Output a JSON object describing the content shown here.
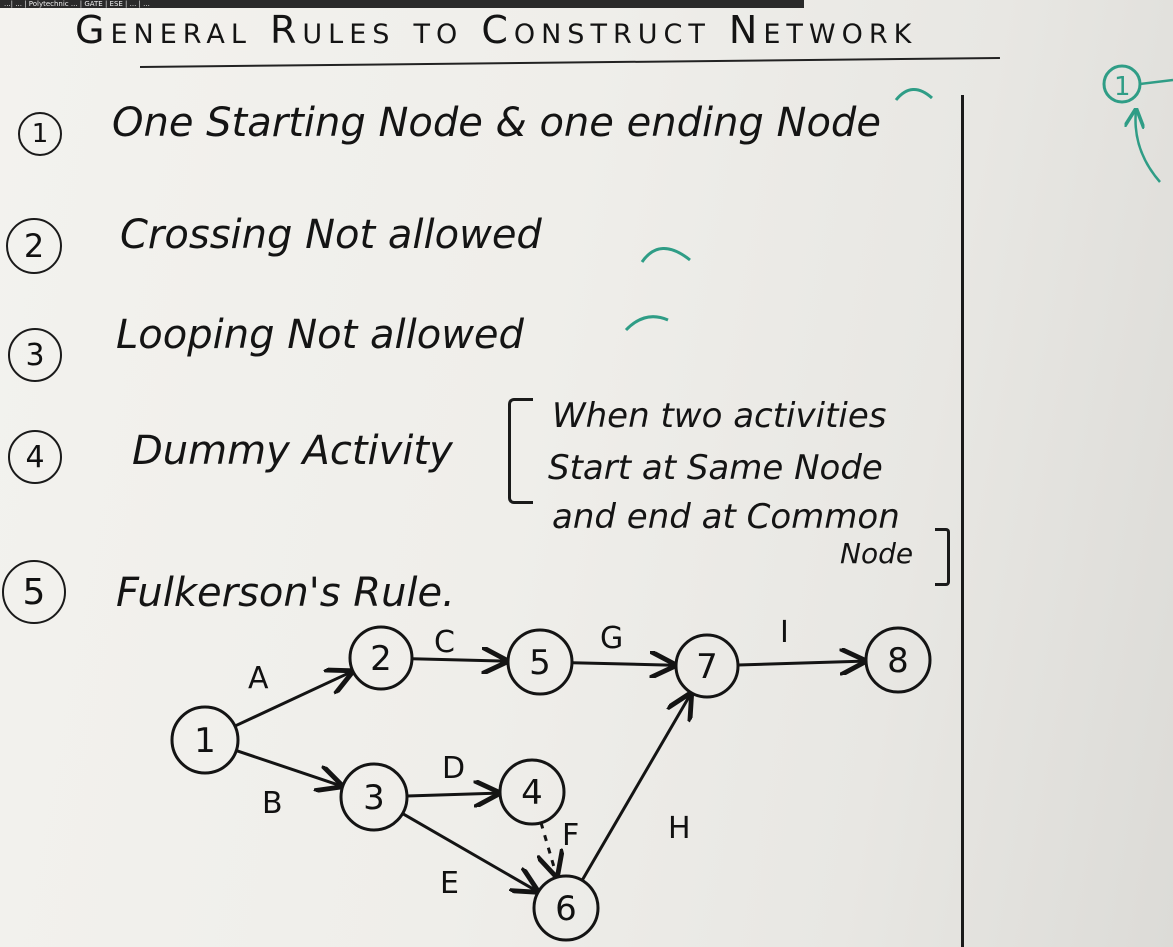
{
  "header_strip": "...| ... | Polytechnic ... | GATE | ESE | ... | ...",
  "heading": "General Rules to Construct Network",
  "rules": [
    {
      "num": "1",
      "text": "One Starting Node & one ending Node"
    },
    {
      "num": "2",
      "text": "Crossing Not allowed"
    },
    {
      "num": "3",
      "text": "Looping Not allowed"
    },
    {
      "num": "4",
      "text": "Dummy Activity"
    },
    {
      "num": "5",
      "text": "Fulkerson's Rule."
    }
  ],
  "dummy_note": {
    "line1": "When two activities",
    "line2": "Start at Same Node",
    "line3": "and end at Common",
    "line4": "Node"
  },
  "network": {
    "nodes": [
      "1",
      "2",
      "3",
      "4",
      "5",
      "6",
      "7",
      "8"
    ],
    "edges": [
      {
        "label": "A",
        "from": "1",
        "to": "2",
        "dashed": false
      },
      {
        "label": "B",
        "from": "1",
        "to": "3",
        "dashed": false
      },
      {
        "label": "C",
        "from": "2",
        "to": "5",
        "dashed": false
      },
      {
        "label": "D",
        "from": "3",
        "to": "4",
        "dashed": false
      },
      {
        "label": "E",
        "from": "3",
        "to": "6",
        "dashed": false
      },
      {
        "label": "F",
        "from": "4",
        "to": "6",
        "dashed": true
      },
      {
        "label": "G",
        "from": "5",
        "to": "7",
        "dashed": false
      },
      {
        "label": "H",
        "from": "6",
        "to": "7",
        "dashed": false
      },
      {
        "label": "I",
        "from": "7",
        "to": "8",
        "dashed": false
      }
    ]
  },
  "side_fragment": {
    "node": "1"
  },
  "colors": {
    "ink": "#141414",
    "marker": "#2f9d86",
    "paper": "#efeeea"
  }
}
